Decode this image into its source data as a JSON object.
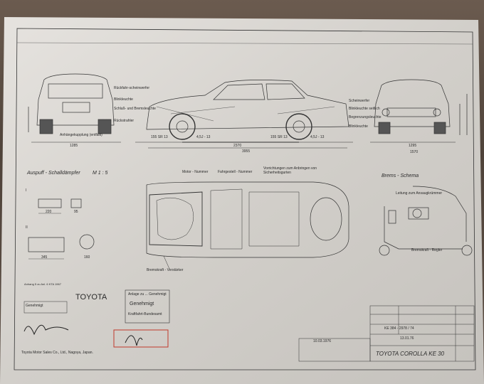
{
  "brand": "TOYOTA",
  "views": {
    "front": {
      "callouts": [
        "Rückfahr-scheinwerfer",
        "Blinkleuchte",
        "Schluß- und Bremsleuchte",
        "Rückstrahler"
      ],
      "bottom_label": "Anhängekupplung (entfällt)",
      "width_dim": "1285"
    },
    "side": {
      "tire_left": "155 SR 13",
      "tire_left_size": "4,5J - 13",
      "tire_right": "155 SR 13",
      "tire_right_size": "4,5J - 13",
      "wheelbase": "2370",
      "length": "3955"
    },
    "rear": {
      "callouts": [
        "Scheinwerfer",
        "Blinkleuchte seitlich",
        "Begrenzungsleuchte",
        "Blinkleuchte"
      ],
      "track": "1295",
      "width": "1570"
    }
  },
  "exhaust": {
    "title": "Auspuff - Schalldämpfer",
    "model": "M 1 : 5",
    "dims": [
      "220",
      "95",
      "345",
      "160"
    ],
    "roman": [
      "I",
      "II"
    ]
  },
  "top_view": {
    "motor_label": "Motor - Nummer",
    "chassis_label": "Fahrgestell - Nummer",
    "belts_label": "Vorrichtungen zum Anbringen von Sicherheitsgurten",
    "brake_booster": "Bremskraft - Verstärker"
  },
  "brakes": {
    "title": "Brems - Schema",
    "line_label": "Leitung zum Ansaugkrümmer",
    "regler": "Bremskraft - Regler"
  },
  "stamp": {
    "line1": "Anlage zu ... Genehmigt",
    "main": "Genehmigt",
    "line3": "Kraftfahrt-Bundesamt"
  },
  "left_notes": {
    "tiny_note": "Anhang 5 zu Anl. 6 KTA 1967",
    "box_label": "Genehmigt",
    "signature_caption": "Toyota Motor Sales Co., Ltd., Nagoya, Japan."
  },
  "title_block": {
    "date": "10.03.1976",
    "drawing_no": "KE 384 - 2978 / 74",
    "model_line": "TOYOTA COROLLA KE 30",
    "sub_no": "13.01.76"
  },
  "colors": {
    "paper": "#d9d6d2",
    "ink": "#2a2a2a",
    "stamp_red": "#c0392b",
    "wood": "#5b4d43"
  }
}
